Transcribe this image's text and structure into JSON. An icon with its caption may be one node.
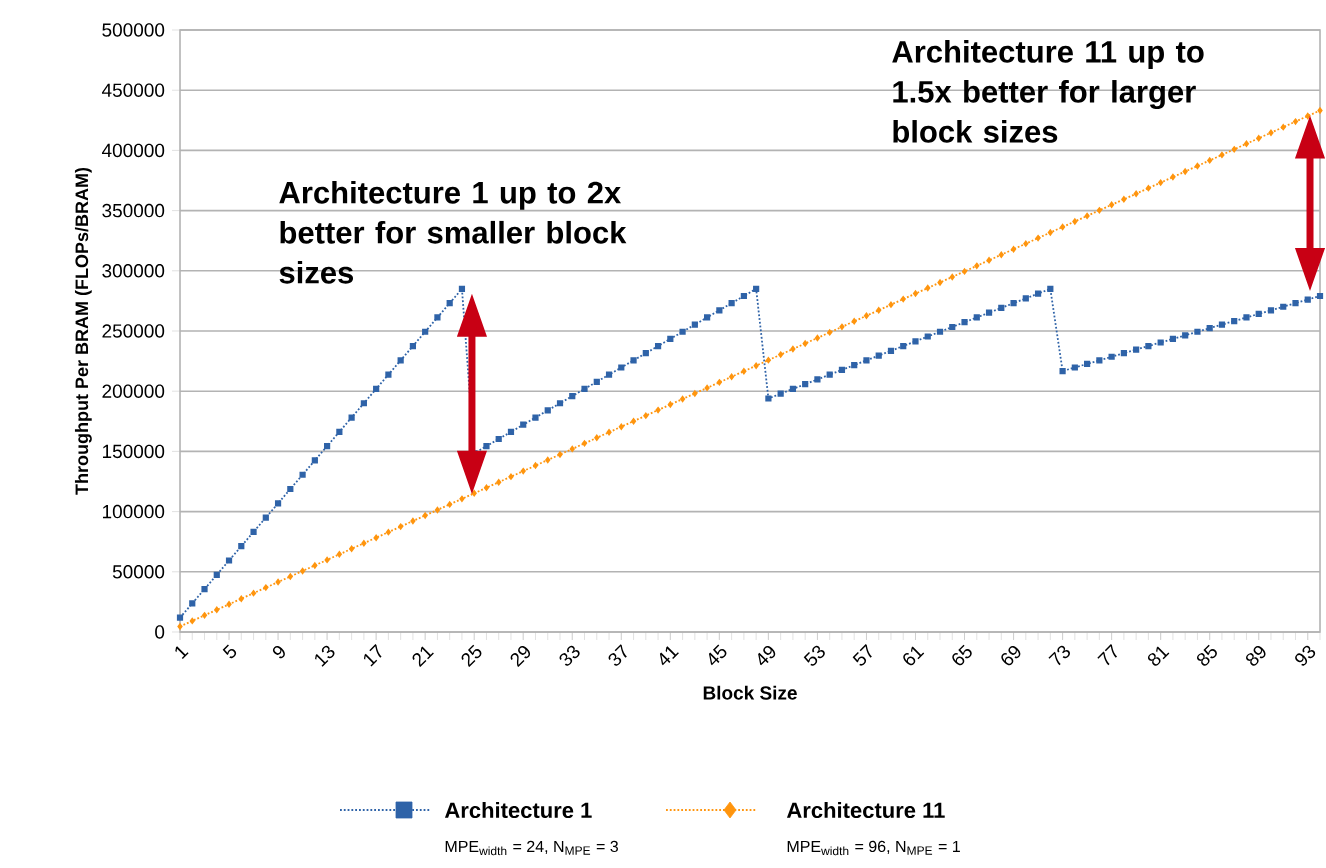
{
  "diagram": {
    "labels": [
      "MPE$_{width}$ = 24, N$_{MPE}$ = 3",
      "MPE$_{width}$ = 96, N$_{MPE}$ = 1"
    ],
    "chart_data": {
      "type": "line",
      "xlabel": "Block Size",
      "ylabel": "Throughput Per BRAM (FLOPs/BRAM)",
      "x": [
        1,
        2,
        3,
        4,
        5,
        6,
        7,
        8,
        9,
        10,
        11,
        12,
        13,
        14,
        15,
        16,
        17,
        18,
        19,
        20,
        21,
        22,
        23,
        24,
        25,
        26,
        27,
        28,
        29,
        30,
        31,
        32,
        33,
        34,
        35,
        36,
        37,
        38,
        39,
        40,
        41,
        42,
        43,
        44,
        45,
        46,
        47,
        48,
        49,
        50,
        51,
        52,
        53,
        54,
        55,
        56,
        57,
        58,
        59,
        60,
        61,
        62,
        63,
        64,
        65,
        66,
        67,
        68,
        69,
        70,
        71,
        72,
        73,
        74,
        75,
        76,
        77,
        78,
        79,
        80,
        81,
        82,
        83,
        84,
        85,
        86,
        87,
        88,
        89,
        90,
        91,
        92,
        93,
        94
      ],
      "series": [
        {
          "name": "Architecture 1",
          "color": "#2f63a8",
          "line_style": "dotted",
          "marker": "square",
          "values": [
            11875,
            23750,
            35625,
            47500,
            59375,
            71250,
            83125,
            95000,
            106875,
            118750,
            130625,
            142500,
            154375,
            166250,
            178125,
            190000,
            201875,
            213750,
            225625,
            237500,
            249375,
            261250,
            273125,
            285000,
            148438,
            154375,
            160313,
            166250,
            172188,
            178125,
            184063,
            190000,
            195938,
            201875,
            207813,
            213750,
            219688,
            225625,
            231563,
            237500,
            243438,
            249375,
            255313,
            261250,
            267188,
            273125,
            279063,
            285000,
            193958,
            197917,
            201875,
            205833,
            209792,
            213750,
            217708,
            221667,
            225625,
            229583,
            233542,
            237500,
            241458,
            245417,
            249375,
            253333,
            257292,
            261250,
            265208,
            269167,
            273125,
            277083,
            281042,
            285000,
            216719,
            219688,
            222656,
            225625,
            228594,
            231563,
            234531,
            237500,
            240469,
            243438,
            246406,
            249375,
            252344,
            255313,
            258281,
            261250,
            264219,
            267188,
            270156,
            273125,
            276094,
            279063
          ]
        },
        {
          "name": "Architecture 11",
          "color": "#ff950e",
          "line_style": "dotted",
          "marker": "diamond",
          "values": [
            4608,
            9216,
            13824,
            18432,
            23040,
            27648,
            32256,
            36864,
            41472,
            46080,
            50688,
            55296,
            59904,
            64512,
            69120,
            73728,
            78336,
            82944,
            87552,
            92160,
            96768,
            101376,
            105984,
            110592,
            115200,
            119808,
            124416,
            129024,
            133632,
            138240,
            142848,
            147456,
            152064,
            156672,
            161280,
            165888,
            170496,
            175104,
            179712,
            184320,
            188928,
            193536,
            198144,
            202752,
            207360,
            211968,
            216576,
            221184,
            225792,
            230400,
            235008,
            239616,
            244224,
            248832,
            253440,
            258048,
            262656,
            267264,
            271872,
            276480,
            281088,
            285696,
            290304,
            294912,
            299520,
            304128,
            308736,
            313344,
            317952,
            322560,
            327168,
            331776,
            336384,
            340992,
            345600,
            350208,
            354816,
            359424,
            364032,
            368640,
            373248,
            377856,
            382464,
            387072,
            391680,
            396288,
            400896,
            405504,
            410112,
            414720,
            419328,
            423936,
            428544,
            433152
          ]
        }
      ],
      "xlim": [
        1,
        94
      ],
      "ylim": [
        0,
        500000
      ],
      "xticks": [
        1,
        5,
        9,
        13,
        17,
        21,
        25,
        29,
        33,
        37,
        41,
        45,
        49,
        53,
        57,
        61,
        65,
        69,
        73,
        77,
        81,
        85,
        89,
        93
      ],
      "yticks": [
        0,
        50000,
        100000,
        150000,
        200000,
        250000,
        300000,
        350000,
        400000,
        450000,
        500000
      ],
      "grid": "y",
      "legend": "bottom",
      "annotations": [
        "Architecture 1 up to 2x better for smaller block sizes",
        "Architecture 11 up to 1.5x better for larger block sizes"
      ]
    }
  }
}
